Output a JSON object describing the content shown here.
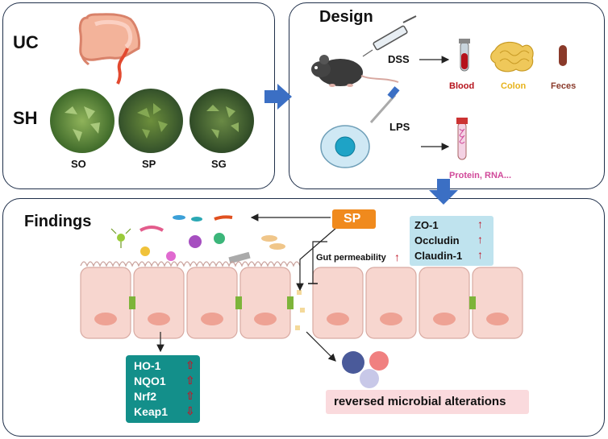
{
  "panels": {
    "uc_label": "UC",
    "sh_label": "SH",
    "design_title": "Design",
    "findings_title": "Findings"
  },
  "herbs": [
    "SO",
    "SP",
    "SG"
  ],
  "design": {
    "dss": "DSS",
    "lps": "LPS",
    "blood": "Blood",
    "colon": "Colon",
    "feces": "Feces",
    "protein_rna": "Protein, RNA..."
  },
  "findings": {
    "sp_box": "SP",
    "gut_permeability": "Gut permeability",
    "tight_junctions": [
      {
        "name": "ZO-1",
        "arrow": "↑"
      },
      {
        "name": "Occludin",
        "arrow": "↑"
      },
      {
        "name": "Claudin-1",
        "arrow": "↑"
      }
    ],
    "antioxidant": [
      {
        "name": "HO-1",
        "arrow": "⇧"
      },
      {
        "name": "NQO1",
        "arrow": "⇧"
      },
      {
        "name": "Nrf2",
        "arrow": "⇧"
      },
      {
        "name": "Keap1",
        "arrow": "⇩"
      }
    ],
    "microbial": "reversed microbial alterations"
  },
  "colors": {
    "panel_border": "#1f2f4a",
    "blue_arrow": "#3b6fc4",
    "sp_orange": "#f08a1d",
    "teal": "#138f8a",
    "blood_red": "#b5121b",
    "colon_yellow": "#e7b21a",
    "feces_brown": "#8a3a2a",
    "protein_pink": "#d14a9a",
    "tj_box": "#bfe3ee",
    "microbial_box": "#fadadd"
  },
  "icons": [
    "colon-icon",
    "mouse-icon",
    "syringe-icon",
    "pipette-icon",
    "cell-icon",
    "blood-tube-icon",
    "colon-tissue-icon",
    "feces-icon",
    "sample-tube-icon",
    "bacteria-icon",
    "epithelium-icon",
    "immune-cells-icon"
  ]
}
